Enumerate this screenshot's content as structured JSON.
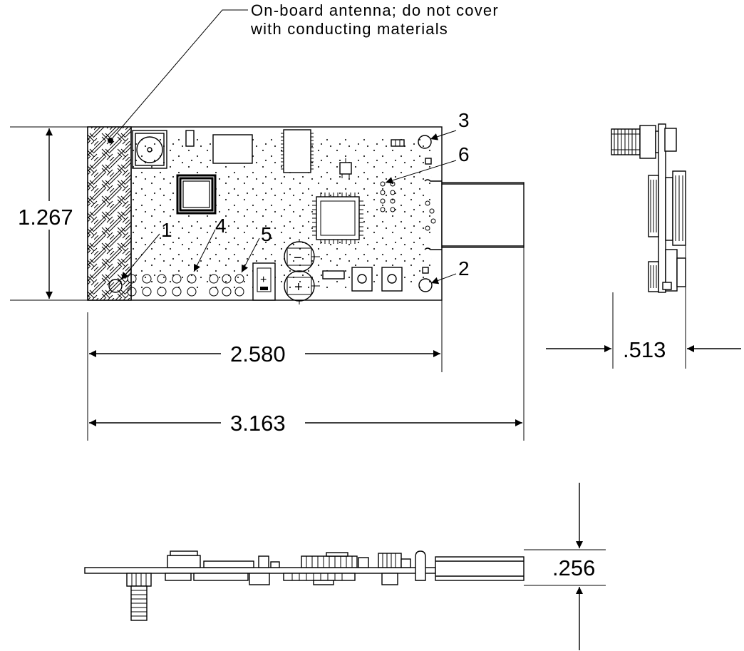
{
  "annotation": {
    "antenna_note_line1": "On-board antenna; do not cover",
    "antenna_note_line2": "with conducting materials"
  },
  "dimensions": {
    "height": "1.267",
    "board_length": "2.580",
    "overall_length": "3.163",
    "side_thickness": ".513",
    "profile_height": ".256"
  },
  "callouts": {
    "c1": "1",
    "c2": "2",
    "c3": "3",
    "c4": "4",
    "c5": "5",
    "c6": "6"
  },
  "component_marks": {
    "minus": "−",
    "plus1": "+",
    "plus2": "+",
    "plus3": "+"
  },
  "colors": {
    "line": "#000000",
    "background": "#ffffff"
  }
}
